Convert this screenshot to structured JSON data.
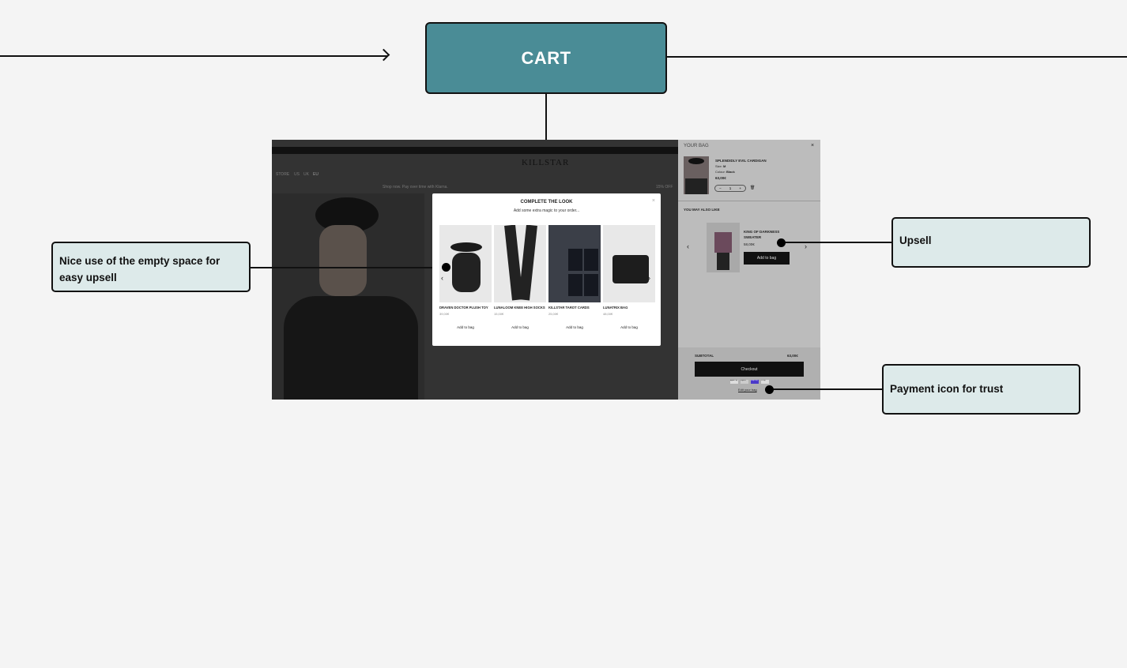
{
  "node": {
    "title": "CART"
  },
  "annotations": [
    {
      "text": "Nice use of the empty space for easy upsell"
    },
    {
      "text": "Upsell"
    },
    {
      "text": "Payment icon for trust"
    }
  ],
  "site": {
    "brand": "KILLSTAR",
    "store_label": "STORE",
    "stores": [
      "US",
      "UK",
      "EU"
    ],
    "klarna": "Shop now. Pay over time with Klarna.",
    "promo": "15% OFF"
  },
  "modal": {
    "title": "COMPLETE THE LOOK",
    "subtitle": "Add some extra magic to your order...",
    "close": "×",
    "products": [
      {
        "name": "DRAVEN DOCTOR PLUSH TOY",
        "price": "39,00€",
        "cta": "Add to bag"
      },
      {
        "name": "LUNALOOM KNEE HIGH SOCKS",
        "price": "15,00€",
        "cta": "Add to bag"
      },
      {
        "name": "KILLSTAR TAROT CARDS",
        "price": "25,00€",
        "cta": "Add to bag"
      },
      {
        "name": "LUNATRIX BAG",
        "price": "48,00€",
        "cta": "Add to bag"
      }
    ]
  },
  "bag": {
    "title": "YOUR BAG",
    "close": "×",
    "item": {
      "name": "SPLENDIDLY EVIL CARDIGAN",
      "size_label": "Size:",
      "size": "M",
      "colour_label": "Colour:",
      "colour": "Black",
      "price": "63,00€",
      "qty": "1",
      "minus": "−",
      "plus": "+"
    },
    "upsell_title": "YOU MAY ALSO LIKE",
    "upsell": {
      "name": "KING OF DARKNESS SWEATER",
      "price": "58,00€",
      "cta": "Add to bag"
    },
    "subtotal_label": "SUBTOTAL",
    "subtotal": "63,00€",
    "checkout": "Checkout",
    "payments": [
      "Apple Pay",
      "PayPal",
      "Shop Pay",
      "G Pay"
    ],
    "edit": "Edit your bag"
  }
}
